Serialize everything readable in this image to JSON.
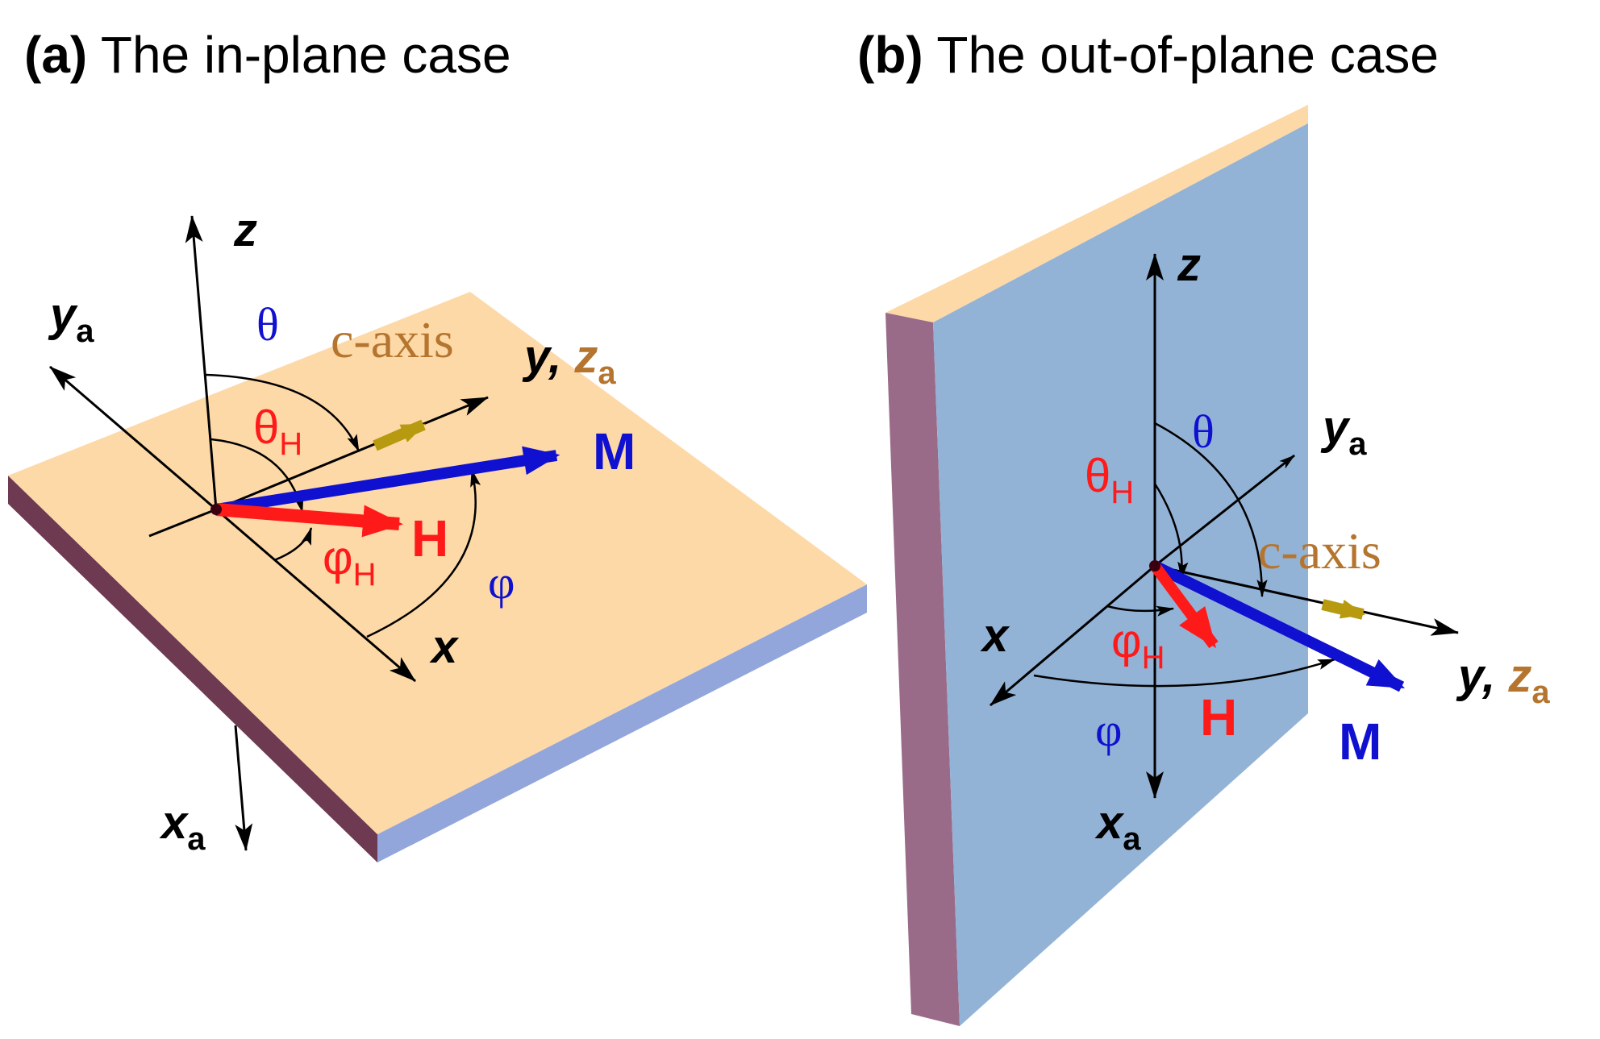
{
  "colors": {
    "surface_orange": "#fdd9a8",
    "surface_blue": "#93b3d6",
    "edge_plum": "#6e3a52",
    "edge_blue": "#93a6dc",
    "edge_mauve": "#9a6b88",
    "field_H": "#ff1a1a",
    "magnetization_M": "#1010d0",
    "c_axis": "#b5752f",
    "c_axis_arrow": "#b89a10",
    "axes": "#000000"
  },
  "panel_a": {
    "tag": "(a)",
    "title": "The in-plane case",
    "labels": {
      "z": "z",
      "ya_main": "y",
      "ya_sub": "a",
      "y": "y,",
      "za_main": "z",
      "za_sub": "a",
      "x": "x",
      "xa_main": "x",
      "xa_sub": "a",
      "theta": "θ",
      "thetaH_main": "θ",
      "thetaH_sub": "H",
      "phiH_main": "φ",
      "phiH_sub": "H",
      "phi": "φ",
      "c_axis": "c-axis",
      "M": "M",
      "H": "H"
    }
  },
  "panel_b": {
    "tag": "(b)",
    "title": "The out-of-plane case",
    "labels": {
      "z": "z",
      "ya_main": "y",
      "ya_sub": "a",
      "y": "y,",
      "za_main": "z",
      "za_sub": "a",
      "x": "x",
      "xa_main": "x",
      "xa_sub": "a",
      "theta": "θ",
      "thetaH_main": "θ",
      "thetaH_sub": "H",
      "phiH_main": "φ",
      "phiH_sub": "H",
      "phi": "φ",
      "c_axis": "c-axis",
      "M": "M",
      "H": "H"
    }
  }
}
